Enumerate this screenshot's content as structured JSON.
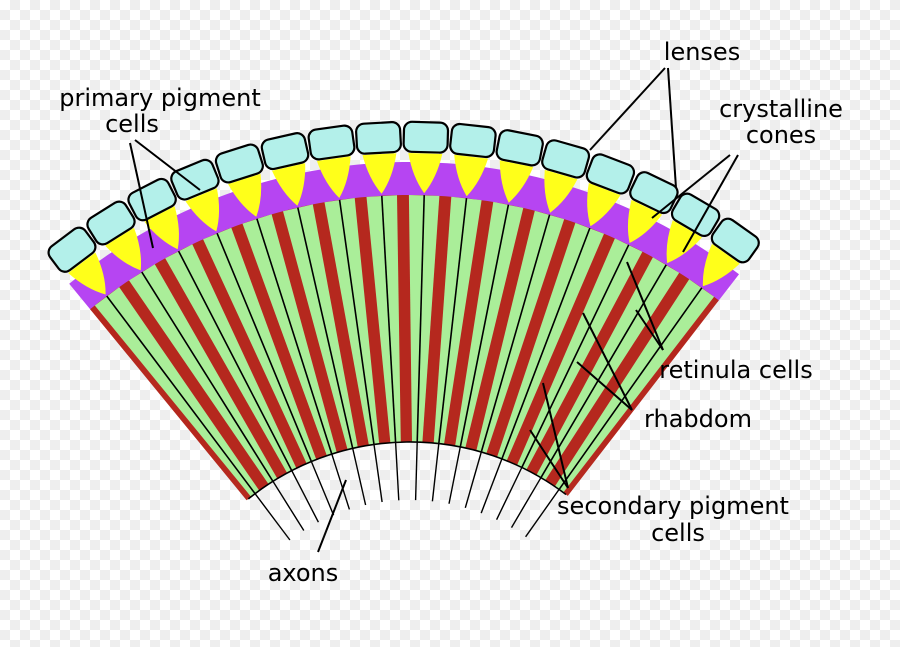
{
  "labels": {
    "lenses": "lenses",
    "primary_pigment_1": "primary pigment",
    "primary_pigment_2": "cells",
    "crystalline_1": "crystalline",
    "crystalline_2": "cones",
    "retinula": "retinula cells",
    "rhabdom": "rhabdom",
    "secondary_1": "secondary pigment",
    "secondary_2": "cells",
    "axons": "axons"
  },
  "colors": {
    "lens": "#b3f0ea",
    "primary_pigment": "#b645f2",
    "cone": "#ffff1a",
    "secondary_pigment": "#b5281e",
    "retinula": "#aaee99",
    "outline": "#000000"
  }
}
